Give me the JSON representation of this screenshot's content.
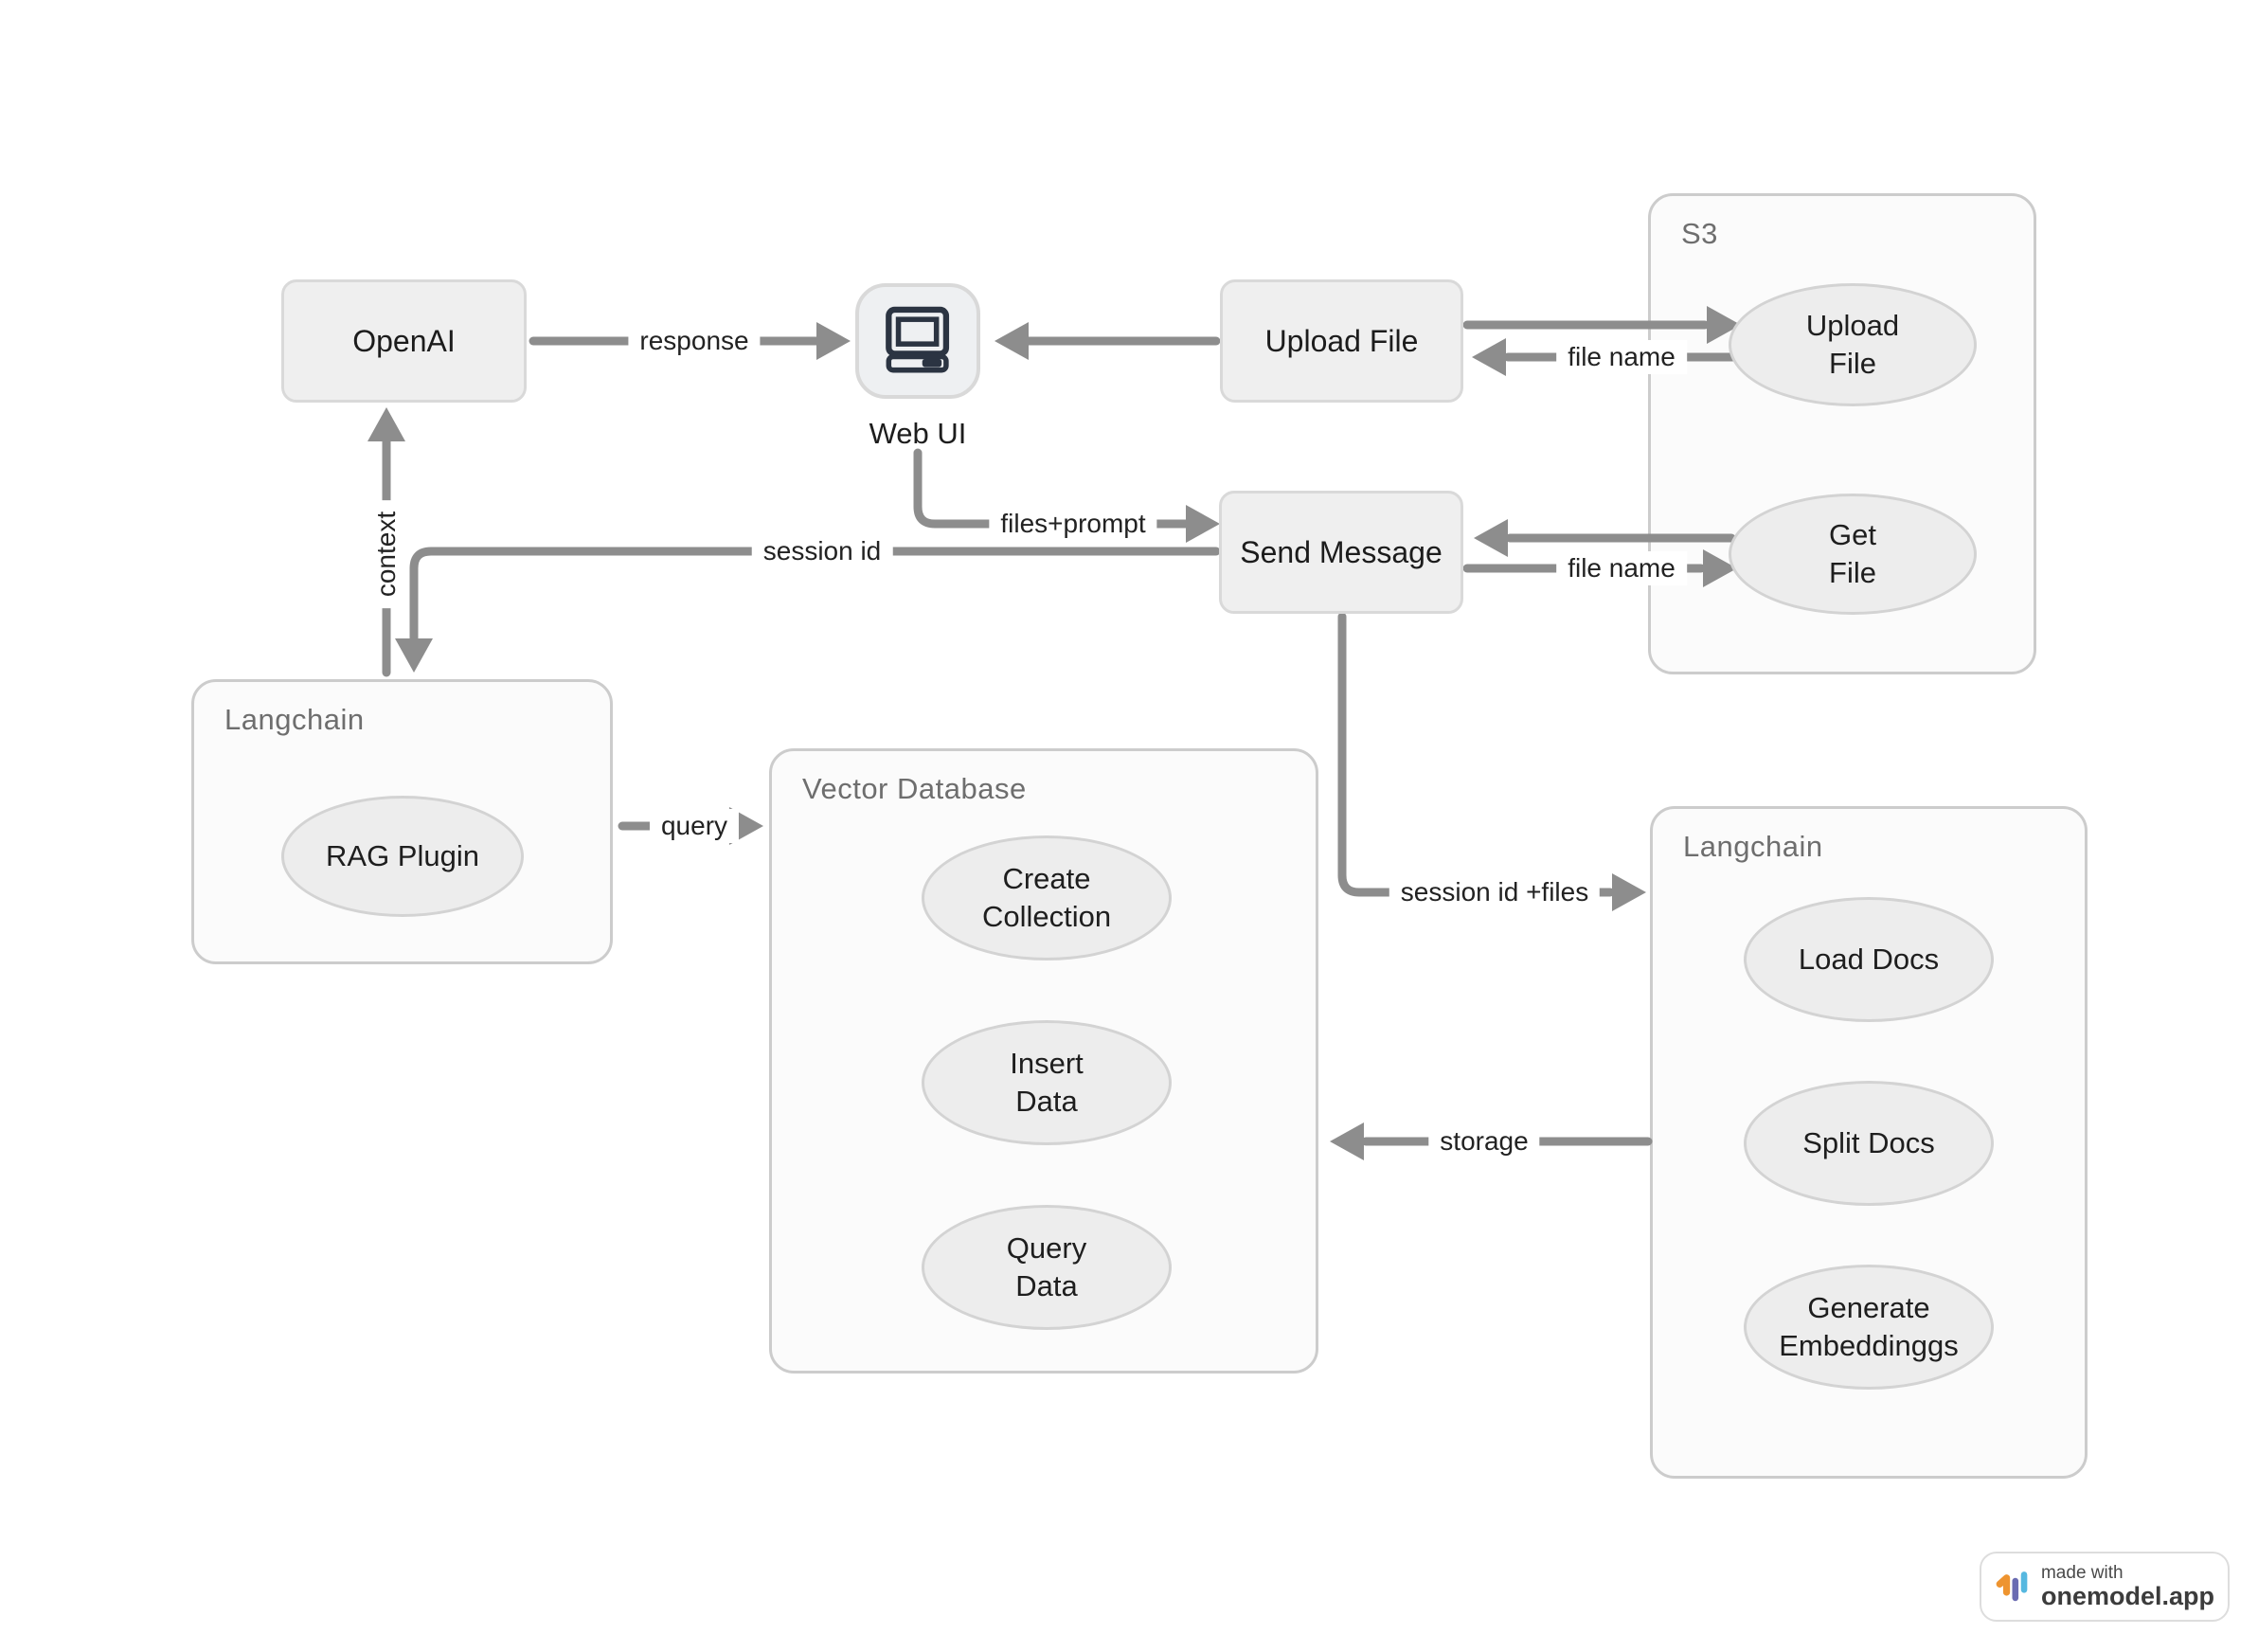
{
  "nodes": {
    "openai": "OpenAI",
    "web_ui": "Web UI",
    "upload_file": "Upload File",
    "send_message": "Send Message"
  },
  "containers": {
    "s3": {
      "title": "S3",
      "ops": [
        {
          "l1": "Upload",
          "l2": "File"
        },
        {
          "l1": "Get",
          "l2": "File"
        }
      ]
    },
    "langchain_left": {
      "title": "Langchain",
      "ops": [
        {
          "l1": "RAG Plugin"
        }
      ]
    },
    "vector_database": {
      "title": "Vector Database",
      "ops": [
        {
          "l1": "Create",
          "l2": "Collection"
        },
        {
          "l1": "Insert",
          "l2": "Data"
        },
        {
          "l1": "Query",
          "l2": "Data"
        }
      ]
    },
    "langchain_right": {
      "title": "Langchain",
      "ops": [
        {
          "l1": "Load Docs"
        },
        {
          "l1": "Split Docs"
        },
        {
          "l1": "Generate",
          "l2": "Embeddinggs"
        }
      ]
    }
  },
  "edges": {
    "response": "response",
    "upload_file_name": "file name",
    "get_file_name": "file name",
    "files_prompt": "files+prompt",
    "session_id": "session id",
    "context": "context",
    "query": "query",
    "session_id_files": "session id +files",
    "storage": "storage"
  },
  "badge": {
    "made_with": "made with",
    "brand": "onemodel.app"
  },
  "colors": {
    "arrow": "#8d8d8d",
    "node_fill": "#efefef",
    "node_border": "#d9d9d9",
    "container_fill": "#fbfbfb",
    "container_border": "#cccccc",
    "ellipse_fill": "#ededed",
    "ellipse_border": "#d3d3d3",
    "icon_dark": "#2b3442",
    "logo_orange": "#EE9430",
    "logo_purple": "#6A6BB2",
    "logo_blue": "#56B8E0"
  }
}
